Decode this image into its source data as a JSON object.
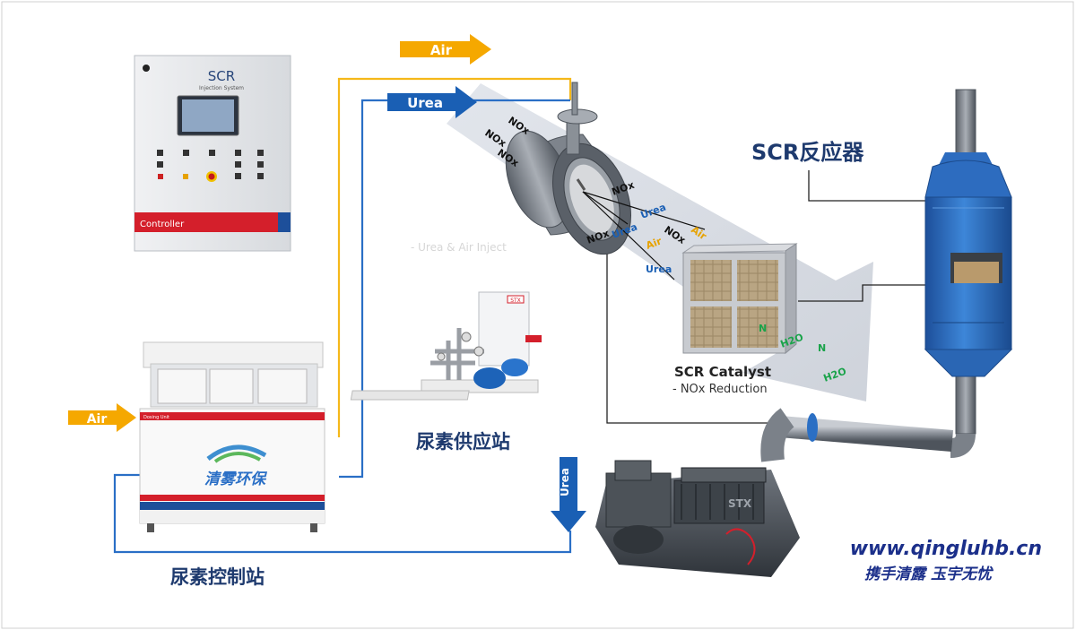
{
  "controller": {
    "brand": "SCR",
    "brand_sub": "Injection System",
    "panel_label": "Controller"
  },
  "dosing_unit": {
    "brand_strip": "Dosing Unit",
    "logo_text": "清雾环保"
  },
  "supply_station": {
    "badge": "STX"
  },
  "engine": {
    "brand": "STX"
  },
  "flows": {
    "air_top": "Air",
    "urea_top": "Urea",
    "air_left": "Air",
    "urea_down": "Urea"
  },
  "gas": {
    "nox1": "NOx",
    "nox2": "NOx",
    "nox3": "NOx",
    "nox4": "NOx",
    "nox5": "NOx",
    "nox6": "NOx",
    "urea1": "Urea",
    "urea2": "Urea",
    "urea3": "Urea",
    "air1": "Air",
    "air2": "Air",
    "n1": "N",
    "n2": "N",
    "h2o1": "H2O",
    "h2o2": "H2O"
  },
  "labels": {
    "scr_reactor": "SCR反应器",
    "catalyst_title": "SCR Catalyst",
    "catalyst_sub": "- NOx Reduction",
    "supply_station": "尿素供应站",
    "control_station": "尿素控制站",
    "faint_text": "- Urea & Air Inject"
  },
  "watermark": {
    "url": "www.qingluhb.cn",
    "slogan": "携手清露 玉宇无忧"
  },
  "colors": {
    "air": "#f5a800",
    "urea": "#1a5fb4",
    "nox": "#111111",
    "n": "#1aa34a",
    "title_navy": "#1e3a6e",
    "watermark": "#1b2f8a",
    "reactor": "#2b6fc4"
  }
}
